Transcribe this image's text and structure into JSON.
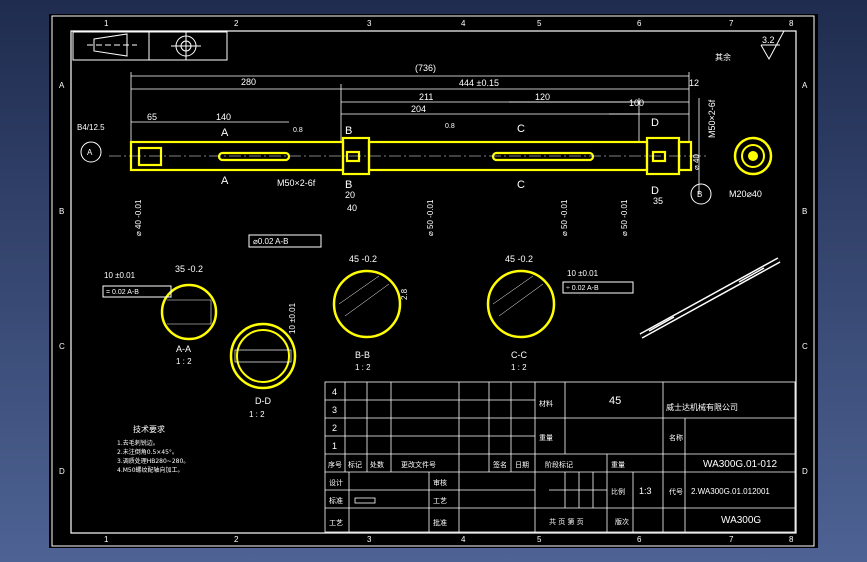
{
  "colors": {
    "background": "#000000",
    "line": "#ffffff",
    "highlight": "#ffff00",
    "cad_frame": "#3b4f82"
  },
  "frame": {
    "top_zones": [
      "1",
      "2",
      "3",
      "4",
      "5",
      "6",
      "7",
      "8"
    ],
    "bottom_zones": [
      "1",
      "2",
      "3",
      "4",
      "5",
      "6",
      "7",
      "8"
    ],
    "left_zones": [
      "A",
      "B",
      "C",
      "D"
    ],
    "right_zones": [
      "A",
      "B",
      "C",
      "D"
    ]
  },
  "surface_finish": {
    "value": "3.2",
    "note": "其余"
  },
  "dims": {
    "overall": "(736)",
    "left_section": "280",
    "main": "444 ±0.15",
    "right_end": "12",
    "d211": "211",
    "d204": "204",
    "d120": "120",
    "d100": "100",
    "d65": "65",
    "d140": "140",
    "chamfer_left": "B4/12.5",
    "thread_right": "M50×2-6f",
    "thread_left": "M50×2-6f",
    "slot_note": "0.8",
    "slot_note2": "0.8",
    "d20": "20",
    "d40": "40",
    "d35": "35",
    "dia40_left": "⌀ 40 -0.01",
    "dia50_a": "⌀ 50 -0.01",
    "dia50_b": "⌀ 50 -0.01",
    "dia50_c": "⌀ 50 -0.01",
    "dia40_right": "⌀ 40",
    "m20": "M20⌀40",
    "runout": "⌀0.02 A-B"
  },
  "datums": {
    "a": "A",
    "b": "B"
  },
  "section_marks": {
    "a": "A",
    "b": "B",
    "c": "C",
    "d": "D"
  },
  "sections": [
    {
      "label": "A-A",
      "scale": "1 : 2",
      "top": "35 -0.2",
      "tol": "10 ±0.01",
      "sym": "= 0.02 A-B"
    },
    {
      "label": "B-B",
      "scale": "1 : 2",
      "top": "45 -0.2",
      "side": "2.8"
    },
    {
      "label": "C-C",
      "scale": "1 : 2",
      "top": "45 -0.2",
      "tol": "10 ±0.01",
      "sym": "÷ 0.02 A-B"
    },
    {
      "label": "D-D",
      "scale": "1 : 2",
      "side": "10 ±0.01"
    }
  ],
  "tech_req": {
    "title": "技术要求",
    "items": [
      "1.去毛刺锐边。",
      "2.未注倒角0.5×45°。",
      "3.调质处理HB280~280。",
      "4.M50螺纹配轴向加工。"
    ]
  },
  "title_block": {
    "row_numbers": [
      "4",
      "3",
      "2",
      "1"
    ],
    "headers": [
      "序号",
      "标记",
      "处数",
      "更改文件号",
      "签名",
      "日期"
    ],
    "material_label": "材料",
    "material": "45",
    "weight_label": "重量",
    "company": "威士达机械有限公司",
    "design": "设计",
    "check": "审核",
    "standard": "标准",
    "process": "工艺",
    "approve": "批准",
    "stage_mark": "阶段标记",
    "mass": "重量",
    "scale_label": "比例",
    "scale": "1:3",
    "sheets": "共 页 第 页",
    "version": "版次",
    "name_label": "名称",
    "code_label": "代号",
    "drawing_no": "WA300G.01-012",
    "part_no": "2.WA300G.01.012001",
    "product": "WA300G"
  }
}
